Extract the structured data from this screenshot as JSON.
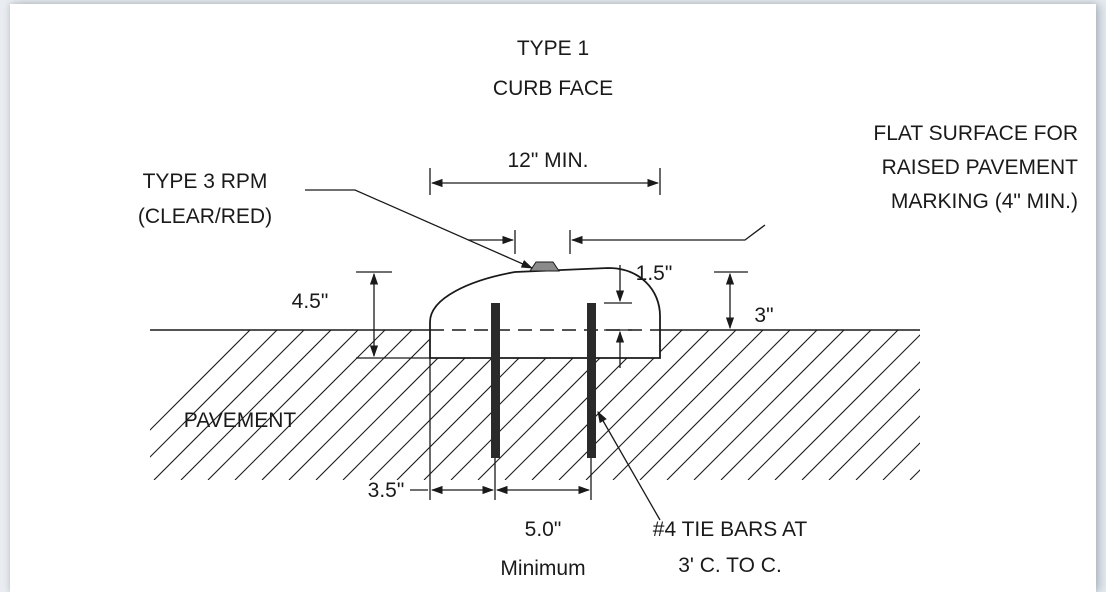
{
  "title": {
    "line1": "TYPE 1",
    "line2": "CURB FACE"
  },
  "labels": {
    "width_min": "12\" MIN.",
    "flat_surface_line1": "FLAT SURFACE FOR",
    "flat_surface_line2": "RAISED PAVEMENT",
    "flat_surface_line3": "MARKING (4\" MIN.)",
    "rpm_line1": "TYPE 3 RPM",
    "rpm_line2": "(CLEAR/RED)",
    "height_total": "4.5\"",
    "embed_depth": "1.5\"",
    "height_above": "3\"",
    "pavement": "PAVEMENT",
    "edge_offset": "3.5\"",
    "bar_spacing": "5.0\"",
    "bar_spacing_note": "Minimum",
    "tie_bars_line1": "#4 TIE BARS AT",
    "tie_bars_line2": "3' C. TO C."
  },
  "colors": {
    "line": "#1a1a1a",
    "rpm_fill": "#8a8a8a",
    "bar_fill": "#2a2a2a"
  }
}
